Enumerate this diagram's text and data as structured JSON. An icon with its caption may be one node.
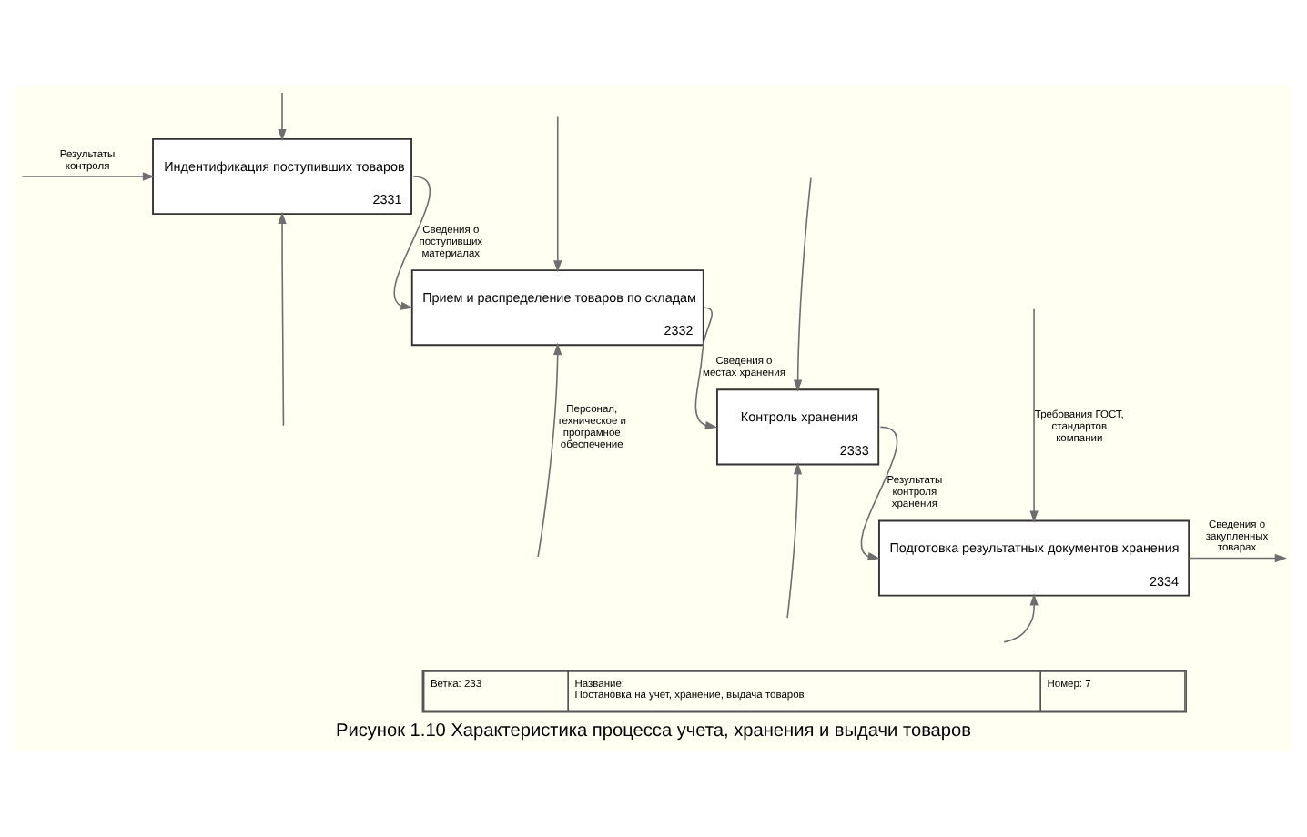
{
  "diagram": {
    "caption": "Рисунок 1.10 Характеристика процесса учета, хранения и выдачи товаров",
    "nodes": [
      {
        "text": [
          "Индентификация поступивших товаров",
          "2331"
        ]
      },
      {
        "text": [
          "Прием и распределение товаров по складам",
          "2332"
        ]
      },
      {
        "text": [
          "Контроль хранения",
          "2333"
        ]
      },
      {
        "text": [
          "Подготовка результатных документов хранения",
          "2334"
        ]
      }
    ],
    "edges": [
      {
        "from": 0,
        "to": 1,
        "arrow": "to",
        "label": "Сведения о поступивших материалах"
      },
      {
        "from": 1,
        "to": 2,
        "arrow": "to",
        "label": "Сведения о местах хранения"
      },
      {
        "from": 2,
        "to": 3,
        "arrow": "to",
        "label": "Результаты контроля хранения"
      },
      {
        "from": null,
        "to": 0,
        "arrow": "to"
      },
      {
        "from": null,
        "to": 0,
        "arrow": "to",
        "label": "Результаты контроля"
      },
      {
        "from": null,
        "to": 0,
        "arrow": "to"
      },
      {
        "from": null,
        "to": 1,
        "arrow": "to",
        "label": "Персонал, техническое и програмное обеспечение"
      },
      {
        "from": null,
        "to": 1,
        "arrow": "to"
      },
      {
        "from": null,
        "to": 2,
        "arrow": "to"
      },
      {
        "from": null,
        "to": 2,
        "arrow": "to"
      },
      {
        "from": null,
        "to": 3,
        "arrow": "to",
        "label": "Требования ГОСТ, стандартов компании"
      },
      {
        "from": 3,
        "to": null,
        "arrow": "to",
        "label": "Сведения о закупленных товарах"
      },
      {
        "from": null,
        "to": 3,
        "arrow": "to"
      }
    ],
    "labels": [
      "Ветка: 233",
      "Название:",
      "Постановка на учет, хранение, выдача товаров",
      "Номер: 7"
    ]
  }
}
